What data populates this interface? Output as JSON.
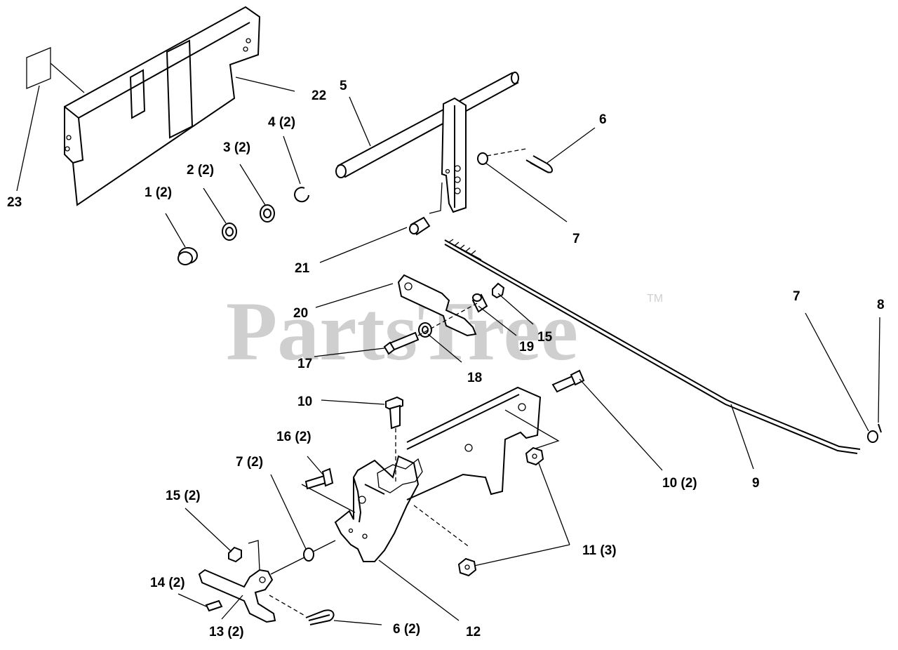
{
  "watermark": {
    "text": "PartsTree",
    "trademark": "TM"
  },
  "labels": {
    "l23": "23",
    "l22": "22",
    "l1": "1 (2)",
    "l2": "2 (2)",
    "l3": "3 (2)",
    "l4": "4 (2)",
    "l5": "5",
    "l6": "6",
    "l7a": "7",
    "l21": "21",
    "l20": "20",
    "l19": "19",
    "l15": "15",
    "l17": "17",
    "l18": "18",
    "l7b": "7",
    "l8": "8",
    "l10": "10",
    "l10b": "10 (2)",
    "l9": "9",
    "l16": "16 (2)",
    "l7c": "7 (2)",
    "l15b": "15 (2)",
    "l11": "11 (3)",
    "l14": "14 (2)",
    "l13": "13 (2)",
    "l6b": "6 (2)",
    "l12": "12"
  }
}
